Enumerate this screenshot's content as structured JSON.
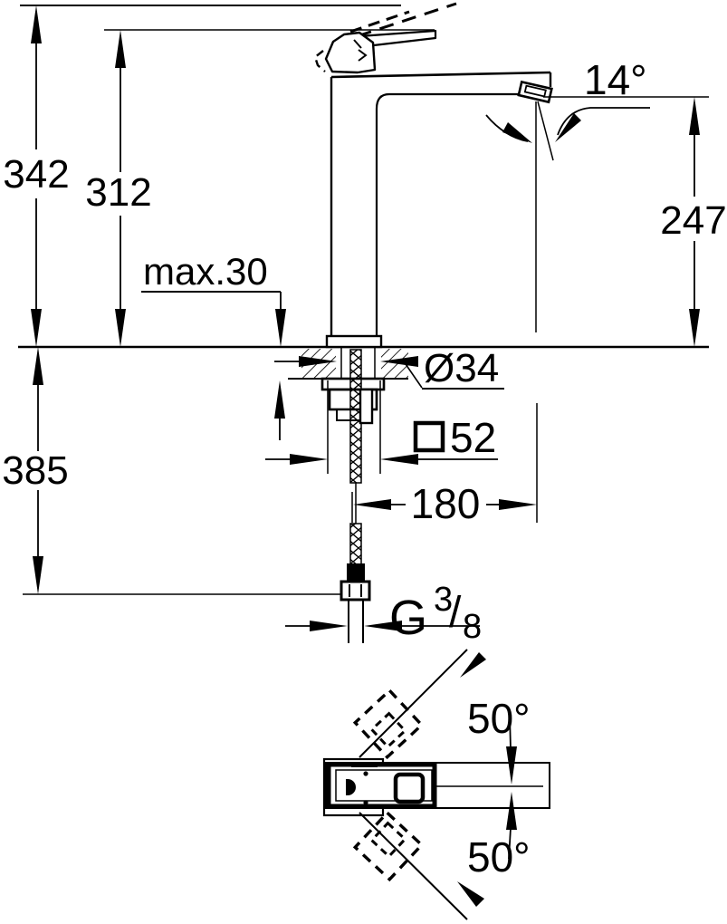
{
  "drawing": {
    "kind": "faucet-technical-dimension-drawing",
    "line_color": "#000000",
    "background": "#ffffff",
    "dimensions": {
      "total_height": "342",
      "spout_tip_height": "312",
      "max_mounting_thickness": "max.30",
      "spout_angle": "14°",
      "outlet_height": "247",
      "hole_diameter": "Ø34",
      "base_square_width": "52",
      "hose_length": "385",
      "projection": "180",
      "swivel_angle_upper": "50°",
      "swivel_angle_lower": "50°",
      "thread": {
        "letter": "G",
        "numerator": "3",
        "slash": "/",
        "denominator": "8"
      }
    }
  }
}
